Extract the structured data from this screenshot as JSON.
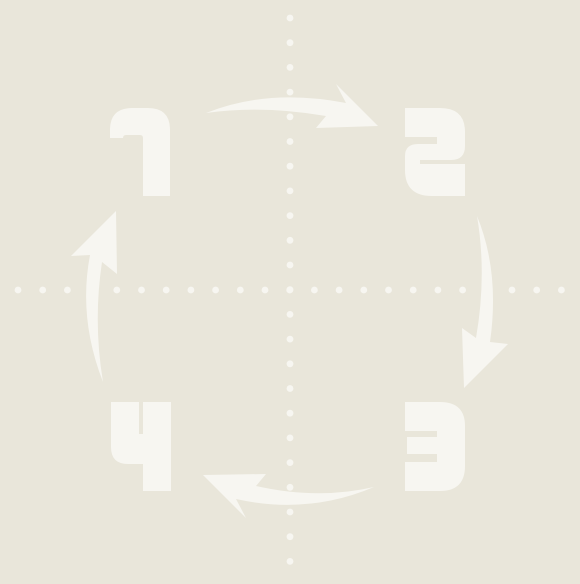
{
  "colors": {
    "background": "#e9e6da",
    "foreground": "#f7f6f1"
  },
  "steps": [
    {
      "number": "1",
      "icon": "digit-1-glyph"
    },
    {
      "number": "2",
      "icon": "digit-2-glyph"
    },
    {
      "number": "3",
      "icon": "digit-3-glyph"
    },
    {
      "number": "4",
      "icon": "digit-4-glyph"
    }
  ],
  "arrows": [
    {
      "from": "1",
      "to": "2",
      "icon": "curved-arrow-right-icon"
    },
    {
      "from": "2",
      "to": "3",
      "icon": "curved-arrow-down-icon"
    },
    {
      "from": "3",
      "to": "4",
      "icon": "curved-arrow-left-icon"
    },
    {
      "from": "4",
      "to": "1",
      "icon": "curved-arrow-up-icon"
    }
  ],
  "guides": {
    "style": "dotted",
    "orientation": [
      "vertical",
      "horizontal"
    ]
  }
}
